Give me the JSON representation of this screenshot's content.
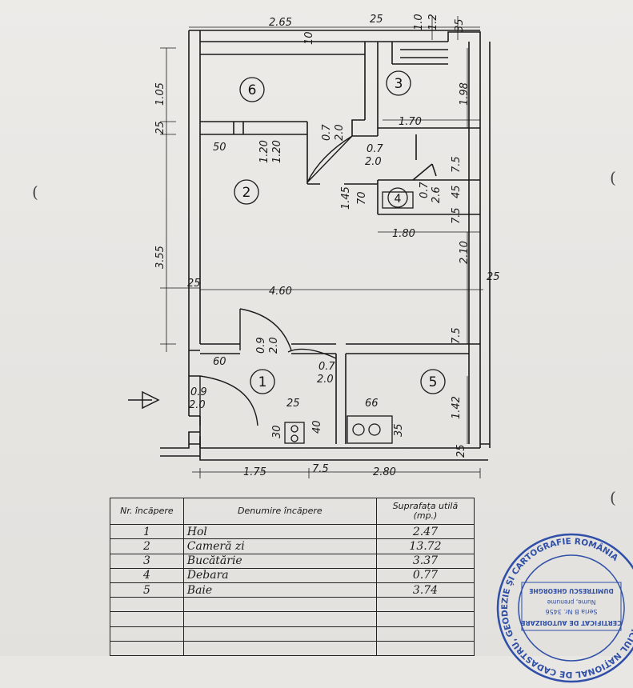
{
  "plan": {
    "dimensions": {
      "top_265": "2.65",
      "top_25": "25",
      "top_10": "10",
      "top_1_0": "1.0",
      "top_1_2": "1.2",
      "top_35": "35",
      "left_105": "1.05",
      "left_25a": "25",
      "left_355": "3.55",
      "left_25b": "25",
      "w_50": "50",
      "w_120a": "1.20",
      "w_120b": "1.20",
      "door_07a": "0.7",
      "door_20a": "2.0",
      "door_07b": "0.7",
      "door_20b": "2.0",
      "w_170": "1.70",
      "w_198": "1.98",
      "d_75a": "7.5",
      "d_07c": "0.7",
      "d_26": "2.6",
      "d_145": "1.45",
      "d_70": "70",
      "d_45": "45",
      "d_75b": "7.5",
      "w_180": "1.80",
      "h_210": "2.10",
      "r_25": "25",
      "w_460": "4.60",
      "l_25": "25",
      "door_09a": "0.9",
      "door_20c": "2.0",
      "d_75c": "7.5",
      "w_60": "60",
      "door_07d": "0.7",
      "door_20d": "2.0",
      "entry_09": "0.9",
      "entry_20": "2.0",
      "w_25": "25",
      "w_66": "66",
      "h_142": "1.42",
      "h_30": "30",
      "h_40": "40",
      "h_35": "35",
      "h_25b": "25",
      "b_175": "1.75",
      "b_75": "7.5",
      "b_280": "2.80"
    },
    "rooms": [
      "1",
      "2",
      "3",
      "4",
      "5",
      "6"
    ]
  },
  "table": {
    "headers": {
      "nr": "Nr. încăpere",
      "name": "Denumire încăpere",
      "area": "Suprafața utilă (mp.)"
    },
    "rows": [
      {
        "nr": "1",
        "name": "Hol",
        "area": "2.47"
      },
      {
        "nr": "2",
        "name": "Cameră zi",
        "area": "13.72"
      },
      {
        "nr": "3",
        "name": "Bucătărie",
        "area": "3.37"
      },
      {
        "nr": "4",
        "name": "Debara",
        "area": "0.77"
      },
      {
        "nr": "5",
        "name": "Baie",
        "area": "3.74"
      },
      {
        "nr": "",
        "name": "",
        "area": ""
      },
      {
        "nr": "",
        "name": "",
        "area": ""
      },
      {
        "nr": "",
        "name": "",
        "area": ""
      },
      {
        "nr": "",
        "name": "",
        "area": ""
      }
    ]
  },
  "stamp": {
    "outer": "OFICIUL NAȚIONAL DE CADASTRU, GEODEZIE ȘI CARTOGRAFIE ROMÂNIA",
    "title": "CERTIFICAT DE AUTORIZARE",
    "series": "Seria B Nr. 3456",
    "label": "Nume, prenume",
    "name": "DUMITRESCU GHEORGHE"
  }
}
